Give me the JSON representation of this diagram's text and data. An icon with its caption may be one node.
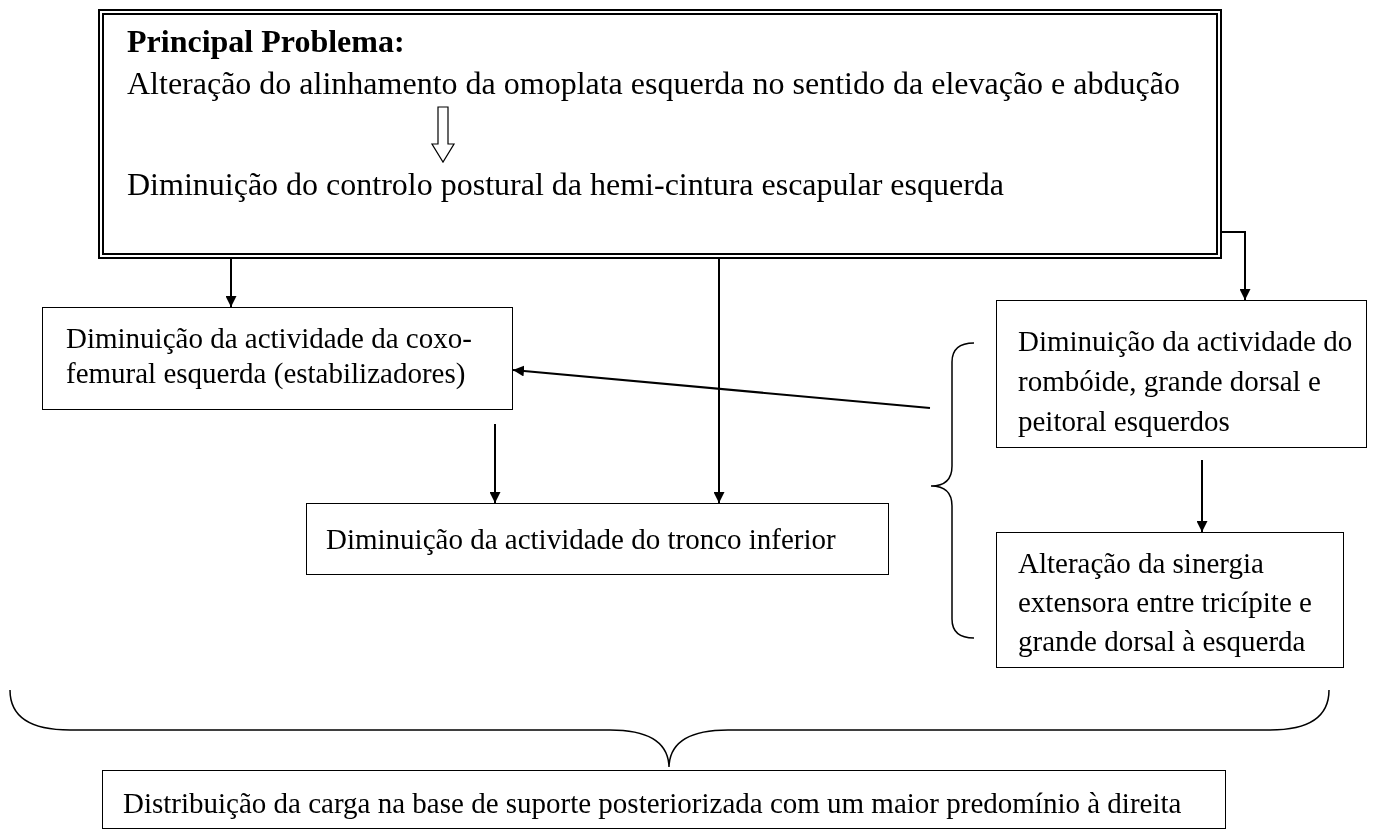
{
  "diagram": {
    "nodes": [
      {
        "text": [
          "Principal Problema:"
        ]
      },
      {
        "text": [
          "Alteração do alinhamento da omoplata esquerda no sentido da elevação e abdução"
        ],
        "in": 0
      },
      {
        "text": [
          "Diminuição do controlo postural da hemi-cintura escapular esquerda"
        ],
        "in": 0
      },
      {
        "text": [
          "Diminuição da actividade da coxo-femural esquerda (estabilizadores)"
        ]
      },
      {
        "text": [
          "Diminuição da actividade do rombóide, grande dorsal e peitoral esquerdos"
        ]
      },
      {
        "text": [],
        "shape": "brace"
      },
      {
        "text": [
          "Diminuição da actividade do tronco inferior"
        ]
      },
      {
        "text": [
          "Alteração da sinergia extensora entre tricípite e grande dorsal à esquerda"
        ]
      },
      {
        "text": [
          "Distribuição da carga na base de suporte posteriorizada com um maior predomínio à direita"
        ]
      }
    ],
    "edges": [
      {
        "from": 1,
        "to": 2,
        "arrow": "to",
        "style": "thick"
      },
      {
        "from": 0,
        "to": 3,
        "arrow": "to"
      },
      {
        "from": 0,
        "to": 6,
        "arrow": "to"
      },
      {
        "from": 0,
        "to": 4,
        "arrow": "to"
      },
      {
        "from": 5,
        "to": 3,
        "arrow": "to"
      },
      {
        "from": 3,
        "to": 6,
        "arrow": "to"
      },
      {
        "from": 4,
        "to": 7,
        "arrow": "to"
      }
    ]
  }
}
